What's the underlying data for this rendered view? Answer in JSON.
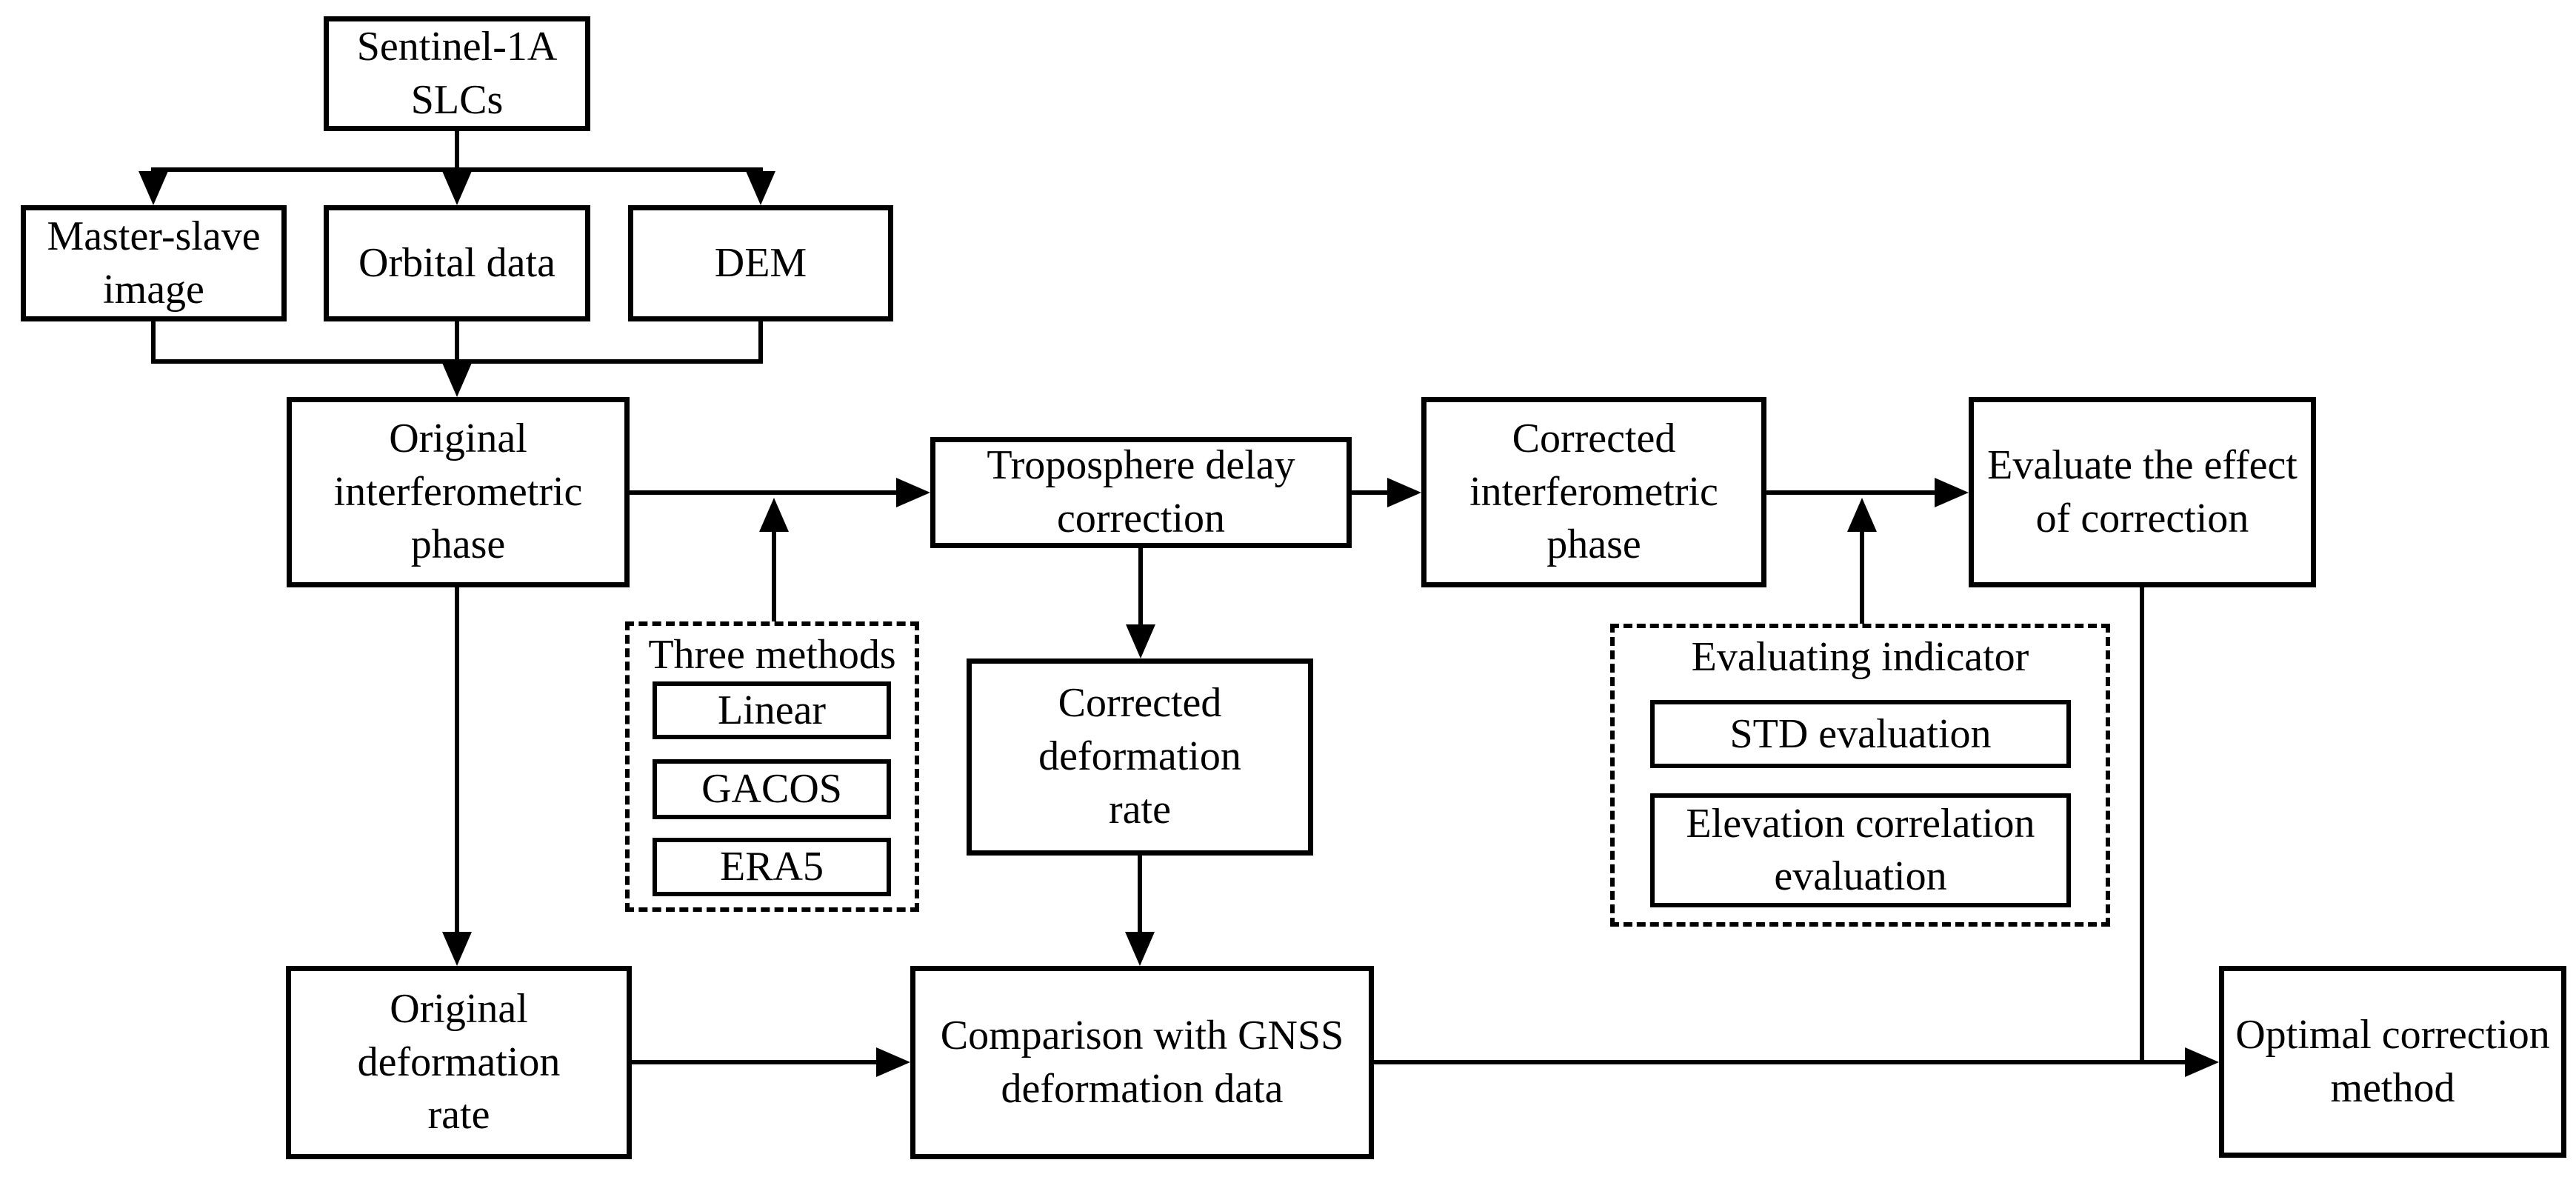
{
  "nodes": {
    "sentinel": {
      "label": "Sentinel-1A\nSLCs"
    },
    "master_slave": {
      "label": "Master-slave\nimage"
    },
    "orbital": {
      "label": "Orbital data"
    },
    "dem": {
      "label": "DEM"
    },
    "original_phase": {
      "label": "Original\ninterferometric\nphase"
    },
    "tropo_correction": {
      "label": "Troposphere delay\ncorrection"
    },
    "corrected_phase": {
      "label": "Corrected\ninterferometric\nphase"
    },
    "evaluate_effect": {
      "label": "Evaluate the effect\nof correction"
    },
    "corrected_rate": {
      "label": "Corrected\ndeformation\nrate"
    },
    "original_rate": {
      "label": "Original\ndeformation\nrate"
    },
    "gnss_comparison": {
      "label": "Comparison with GNSS\ndeformation data"
    },
    "optimal_method": {
      "label": "Optimal correction\nmethod"
    }
  },
  "groups": {
    "three_methods": {
      "label": "Three methods",
      "items": [
        "Linear",
        "GACOS",
        "ERA5"
      ]
    },
    "evaluating_indicator": {
      "label": "Evaluating indicator",
      "items": [
        "STD evaluation",
        "Elevation correlation\nevaluation"
      ]
    }
  },
  "colors": {
    "background": "#ffffff",
    "line": "#000000",
    "box_border": "#000000",
    "box_fill": "#ffffff",
    "text": "#000000"
  }
}
